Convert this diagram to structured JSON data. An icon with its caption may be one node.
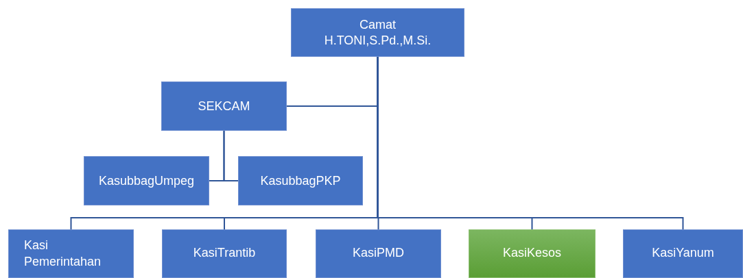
{
  "diagram": {
    "nodes": [
      {
        "text": [
          "Camat",
          "H.TONI,S.Pd.,M.Si."
        ]
      },
      {
        "text": [
          "SEKCAM"
        ]
      },
      {
        "text": [
          "KasubbagUmpeg"
        ]
      },
      {
        "text": [
          "KasubbagPKP"
        ]
      },
      {
        "text": [
          "Kasi Pemerintahan"
        ]
      },
      {
        "text": [
          "KasiTrantib"
        ]
      },
      {
        "text": [
          "KasiPMD"
        ]
      },
      {
        "text": [
          "KasiKesos"
        ]
      },
      {
        "text": [
          "KasiYanum"
        ]
      }
    ],
    "edges": [
      {
        "from": 0,
        "to": 1,
        "arrow": "none"
      },
      {
        "from": 1,
        "to": 2,
        "arrow": "none"
      },
      {
        "from": 1,
        "to": 3,
        "arrow": "none"
      },
      {
        "from": 0,
        "to": 4,
        "arrow": "none"
      },
      {
        "from": 0,
        "to": 5,
        "arrow": "none"
      },
      {
        "from": 0,
        "to": 6,
        "arrow": "none"
      },
      {
        "from": 0,
        "to": 7,
        "arrow": "none"
      },
      {
        "from": 0,
        "to": 8,
        "arrow": "none"
      }
    ]
  }
}
